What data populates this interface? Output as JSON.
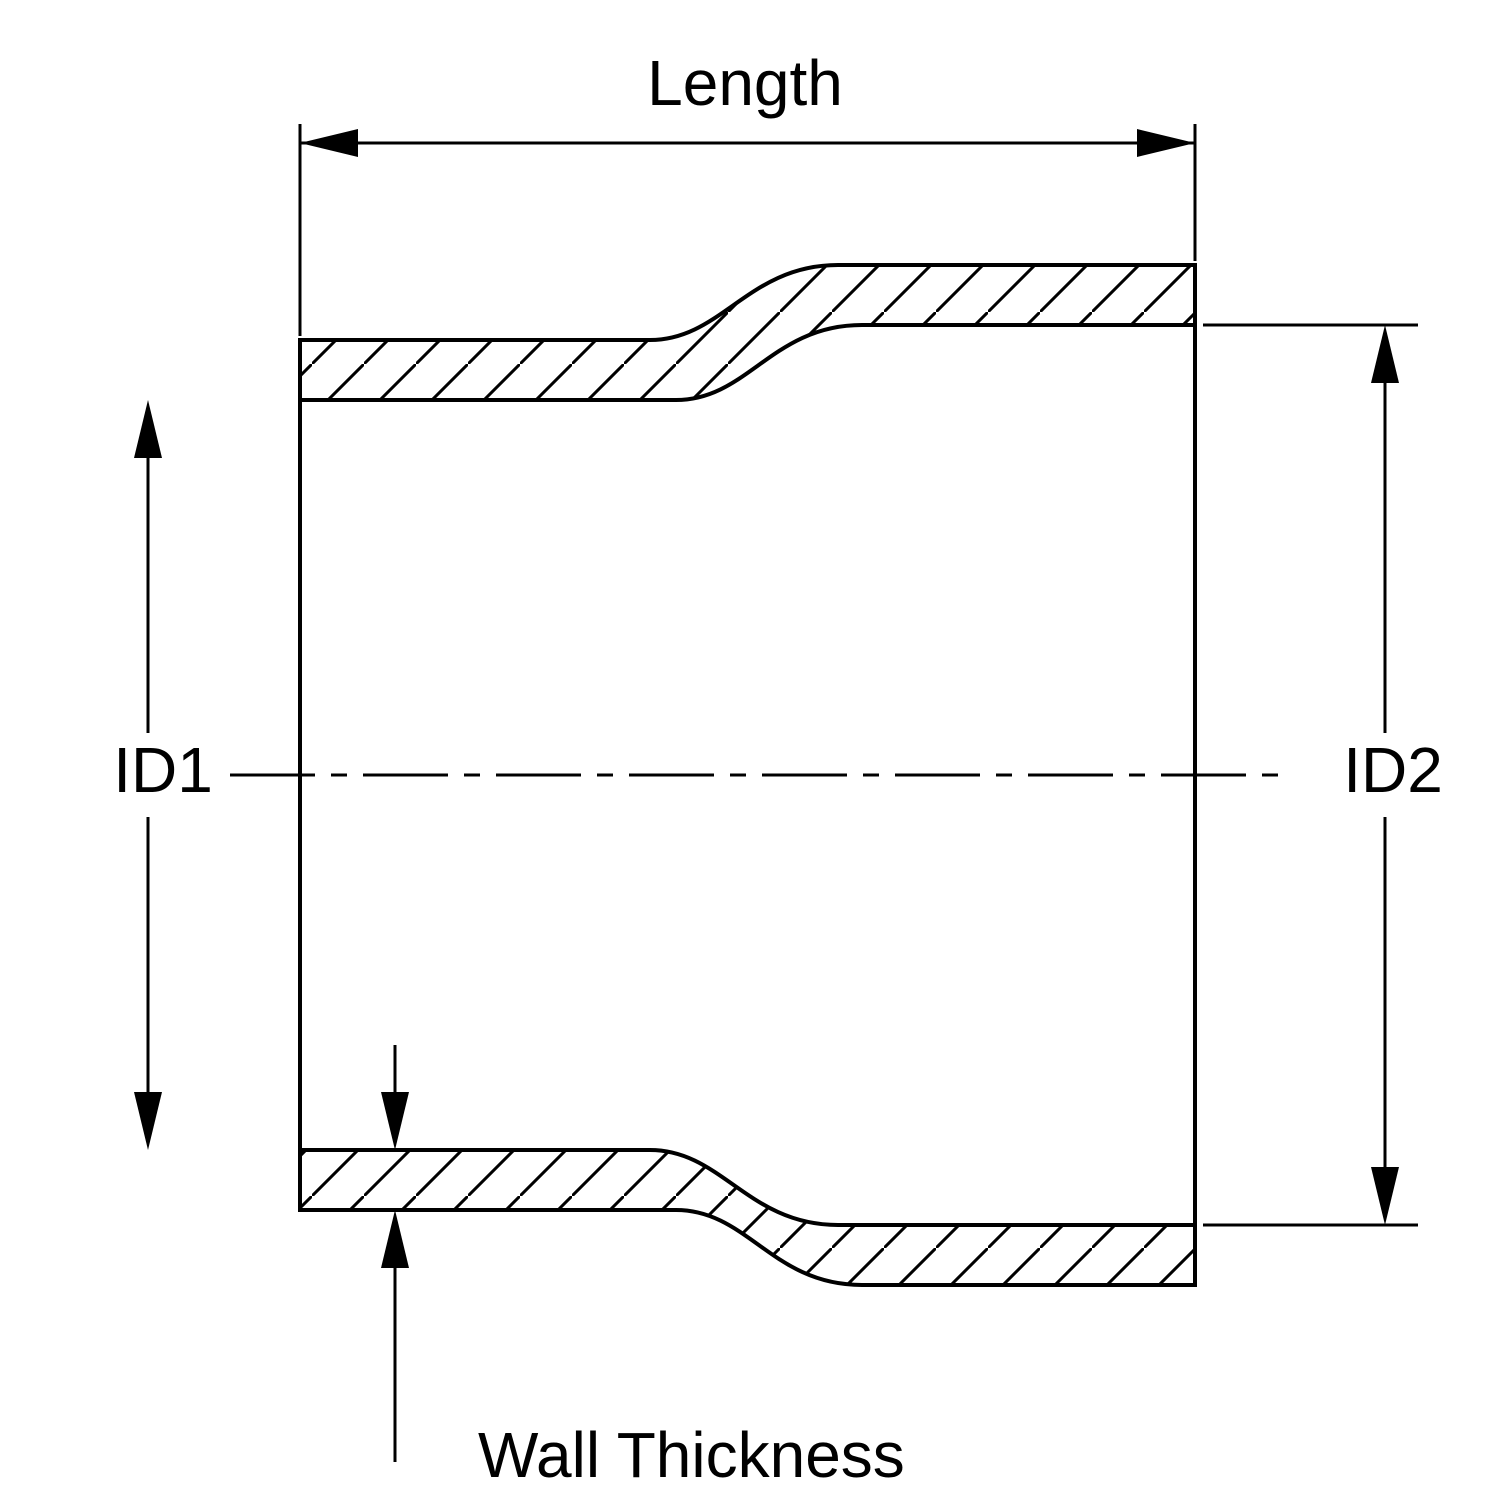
{
  "diagram": {
    "title": "Reducer coupler cross-section dimension diagram",
    "labels": {
      "length": "Length",
      "id1": "ID1",
      "id2": "ID2",
      "wall_thickness": "Wall Thickness"
    },
    "colors": {
      "line": "#000000",
      "background": "#ffffff"
    }
  }
}
